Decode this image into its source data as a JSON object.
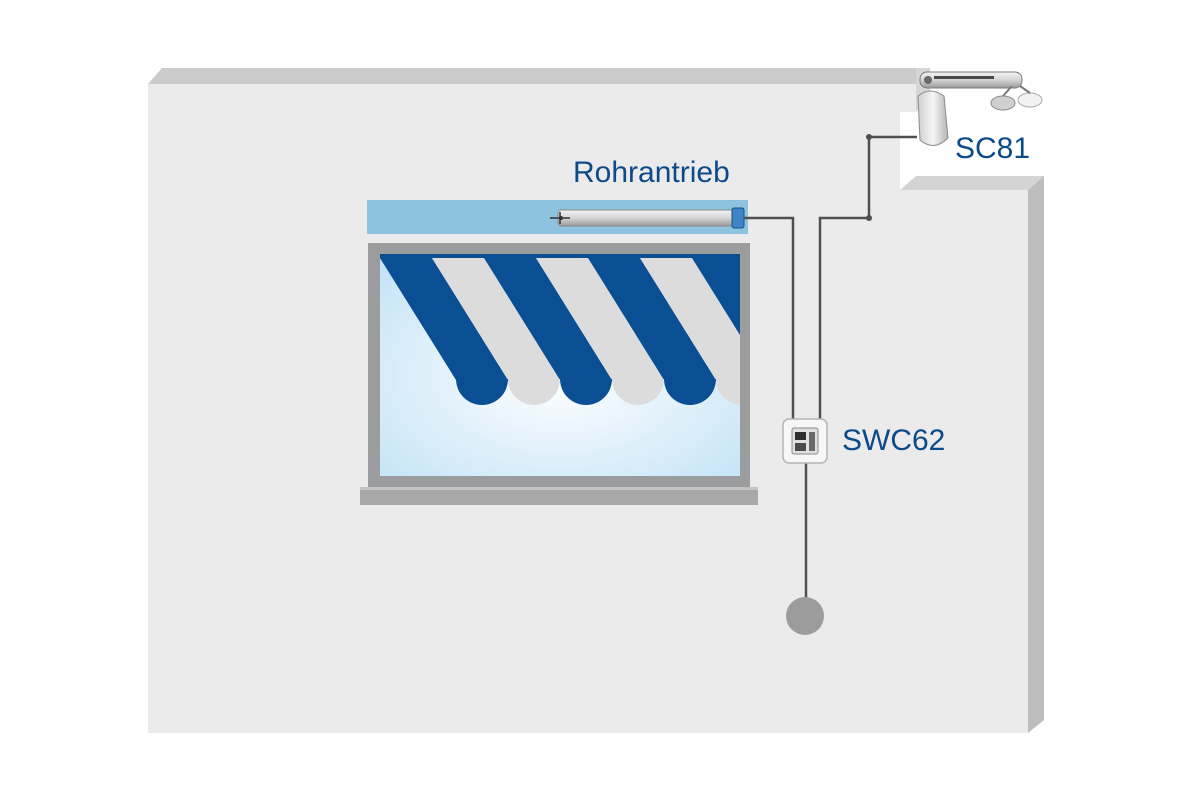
{
  "colors": {
    "wall": "#ebebeb",
    "wall_shadow": "#c4c4c4",
    "label_blue": "#0c4a8a",
    "stripe_blue": "#0a4f93",
    "stripe_grey": "#dcdcdc",
    "motor_band": "#8ec3e0",
    "window_frame": "#9a9c9e",
    "sill": "#a8a8a8",
    "wire": "#4f4f4f",
    "socket": "#9c9c9c"
  },
  "labels": {
    "motor": "Rohrantrieb",
    "weather_station": "SC81",
    "wall_switch": "SWC62"
  },
  "icons": {
    "motor": "tubular-motor-icon",
    "weather_station": "weather-sensor-icon",
    "wall_switch": "wall-switch-icon",
    "power_outlet": "power-outlet-icon"
  }
}
